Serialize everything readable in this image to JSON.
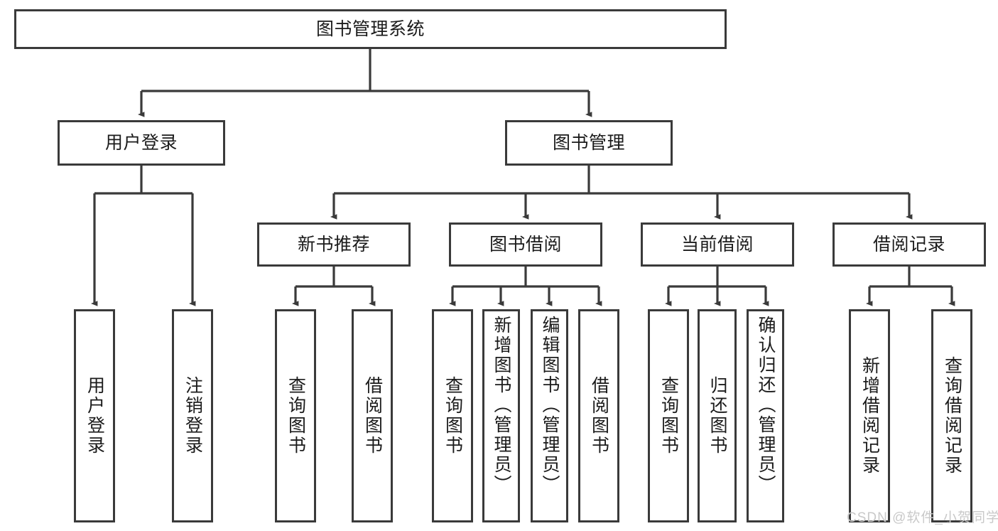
{
  "diagram": {
    "title": "图书管理系统",
    "type": "hierarchy-tree",
    "watermark": "CSDN @软件_小贺同学",
    "colors": {
      "stroke": "#3a3a3a",
      "background": "#ffffff",
      "text": "#1b1b1b",
      "watermark": "#c9c9c9"
    },
    "nodes": {
      "root": {
        "label": "图书管理系统"
      },
      "level2": [
        {
          "id": "user-login",
          "label": "用户登录"
        },
        {
          "id": "book-management",
          "label": "图书管理"
        }
      ],
      "level3": [
        {
          "id": "new-book-recommend",
          "label": "新书推荐"
        },
        {
          "id": "book-borrow",
          "label": "图书借阅"
        },
        {
          "id": "current-borrow",
          "label": "当前借阅"
        },
        {
          "id": "borrow-record",
          "label": "借阅记录"
        }
      ],
      "leaves": {
        "user-login": [
          {
            "id": "leaf-user-login",
            "label": "用户登录"
          },
          {
            "id": "leaf-logout",
            "label": "注销登录"
          }
        ],
        "new-book-recommend": [
          {
            "id": "leaf-query-book-1",
            "label": "查询图书"
          },
          {
            "id": "leaf-borrow-book-1",
            "label": "借阅图书"
          }
        ],
        "book-borrow": [
          {
            "id": "leaf-query-book-2",
            "label": "查询图书"
          },
          {
            "id": "leaf-add-book",
            "label": "新增图书（管理员）"
          },
          {
            "id": "leaf-edit-book",
            "label": "编辑图书（管理员）"
          },
          {
            "id": "leaf-borrow-book-2",
            "label": "借阅图书"
          }
        ],
        "current-borrow": [
          {
            "id": "leaf-query-book-3",
            "label": "查询图书"
          },
          {
            "id": "leaf-return-book",
            "label": "归还图书"
          },
          {
            "id": "leaf-confirm-return",
            "label": "确认归还（管理员）"
          }
        ],
        "borrow-record": [
          {
            "id": "leaf-add-record",
            "label": "新增借阅记录"
          },
          {
            "id": "leaf-query-record",
            "label": "查询借阅记录"
          }
        ]
      }
    },
    "edges": [
      {
        "from": "图书管理系统",
        "to": "用户登录"
      },
      {
        "from": "图书管理系统",
        "to": "图书管理"
      },
      {
        "from": "用户登录",
        "to": "用户登录"
      },
      {
        "from": "用户登录",
        "to": "注销登录"
      },
      {
        "from": "图书管理",
        "to": "新书推荐"
      },
      {
        "from": "图书管理",
        "to": "图书借阅"
      },
      {
        "from": "图书管理",
        "to": "当前借阅"
      },
      {
        "from": "图书管理",
        "to": "借阅记录"
      },
      {
        "from": "新书推荐",
        "to": "查询图书"
      },
      {
        "from": "新书推荐",
        "to": "借阅图书"
      },
      {
        "from": "图书借阅",
        "to": "查询图书"
      },
      {
        "from": "图书借阅",
        "to": "新增图书（管理员）"
      },
      {
        "from": "图书借阅",
        "to": "编辑图书（管理员）"
      },
      {
        "from": "图书借阅",
        "to": "借阅图书"
      },
      {
        "from": "当前借阅",
        "to": "查询图书"
      },
      {
        "from": "当前借阅",
        "to": "归还图书"
      },
      {
        "from": "当前借阅",
        "to": "确认归还（管理员）"
      },
      {
        "from": "借阅记录",
        "to": "新增借阅记录"
      },
      {
        "from": "借阅记录",
        "to": "查询借阅记录"
      }
    ]
  }
}
